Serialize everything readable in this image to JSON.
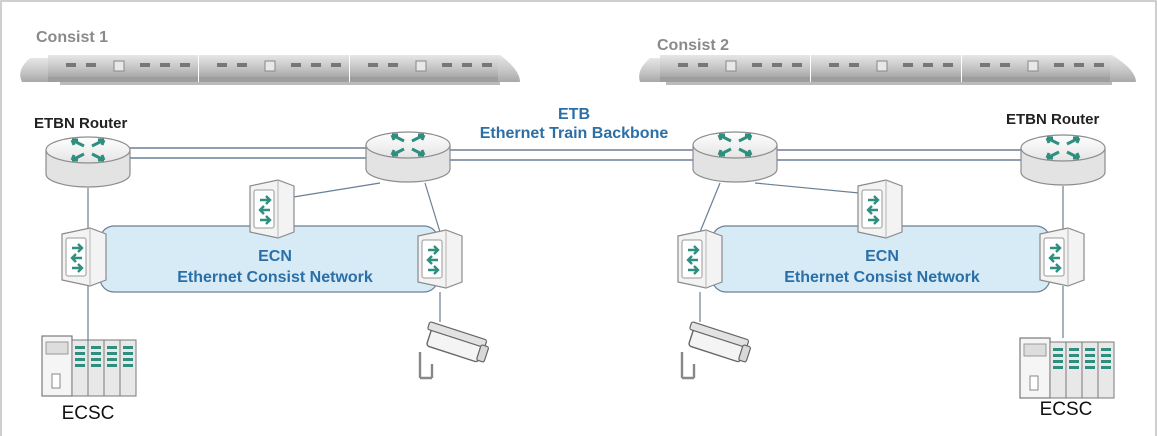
{
  "consists": [
    {
      "label": "Consist 1"
    },
    {
      "label": "Consist 2"
    }
  ],
  "etb": {
    "abbr": "ETB",
    "name": "Ethernet Train Backbone"
  },
  "routers": [
    {
      "label": "ETBN Router"
    },
    {
      "label": "ETBN Router"
    }
  ],
  "ecn": [
    {
      "abbr": "ECN",
      "name": "Ethernet Consist Network"
    },
    {
      "abbr": "ECN",
      "name": "Ethernet Consist Network"
    }
  ],
  "controllers": [
    {
      "label": "ECSC"
    },
    {
      "label": "ECSC"
    }
  ],
  "colors": {
    "accent_blue": "#2b6fa6",
    "ecn_fill": "#d6ebf6",
    "router_fill": "#f2f2f2",
    "arrow_green": "#2f8f7f",
    "train_gray": "#c8c8c8",
    "label_gray": "#8a8a8a"
  },
  "icons": [
    "train-icon",
    "router-icon",
    "switch-icon",
    "camera-icon",
    "plc-controller-icon"
  ]
}
